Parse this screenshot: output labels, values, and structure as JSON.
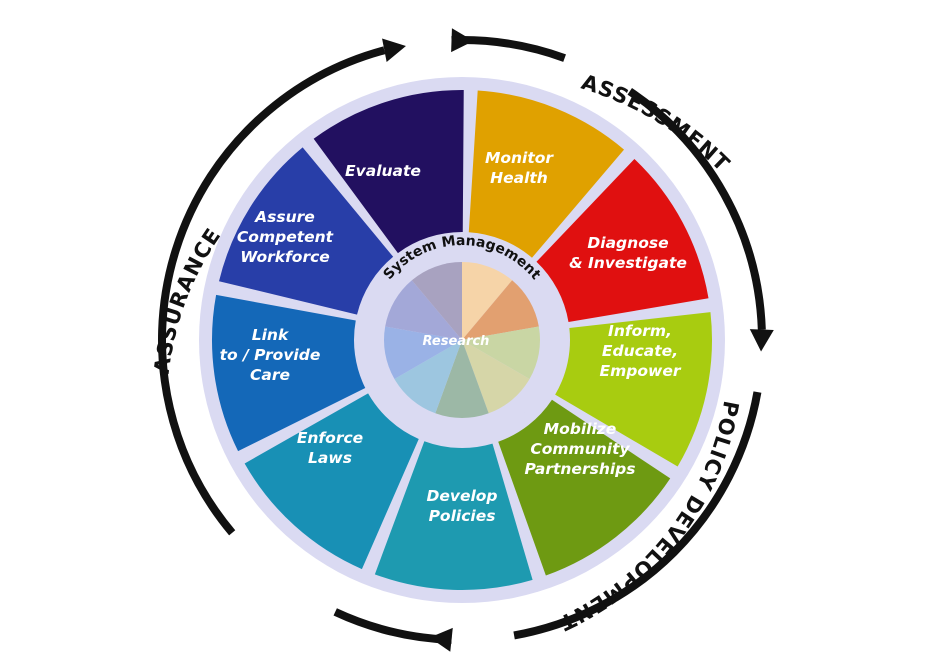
{
  "diagram": {
    "phases": {
      "assessment": "ASSESSMENT",
      "policy_development": "POLICY DEVELOPMENT",
      "assurance": "ASSURANCE"
    },
    "center": {
      "ring_text": "System Management",
      "core_text": "Research"
    },
    "services": [
      {
        "id": "monitor-health",
        "lines": [
          "Monitor",
          "Health"
        ],
        "color": "#E0A100"
      },
      {
        "id": "diagnose-investigate",
        "lines": [
          "Diagnose",
          "& Investigate"
        ],
        "color": "#E01010"
      },
      {
        "id": "inform-educate-empower",
        "lines": [
          "Inform,",
          "Educate,",
          "Empower"
        ],
        "color": "#A8CC10"
      },
      {
        "id": "mobilize-community-partnerships",
        "lines": [
          "Mobilize",
          "Community",
          "Partnerships"
        ],
        "color": "#6E9A12"
      },
      {
        "id": "develop-policies",
        "lines": [
          "Develop",
          "Policies"
        ],
        "color": "#1E9AB0"
      },
      {
        "id": "enforce-laws",
        "lines": [
          "Enforce",
          "Laws"
        ],
        "color": "#1890B5"
      },
      {
        "id": "link-provide-care",
        "lines": [
          "Link",
          "to / Provide",
          "Care"
        ],
        "color": "#1468B8"
      },
      {
        "id": "assure-competent-workforce",
        "lines": [
          "Assure",
          "Competent",
          "Workforce"
        ],
        "color": "#283EA8"
      },
      {
        "id": "evaluate",
        "lines": [
          "Evaluate"
        ],
        "color": "#221060"
      }
    ],
    "center_slice_colors": [
      "#F6D4A8",
      "#E2A070",
      "#C9D6A4",
      "#D6D6A8",
      "#9CB8A6",
      "#9DC6E0",
      "#9AB2E6",
      "#A3A8D8",
      "#A8A2C0"
    ],
    "ring_color": "#DADAF2",
    "arrow_color": "#111111"
  }
}
